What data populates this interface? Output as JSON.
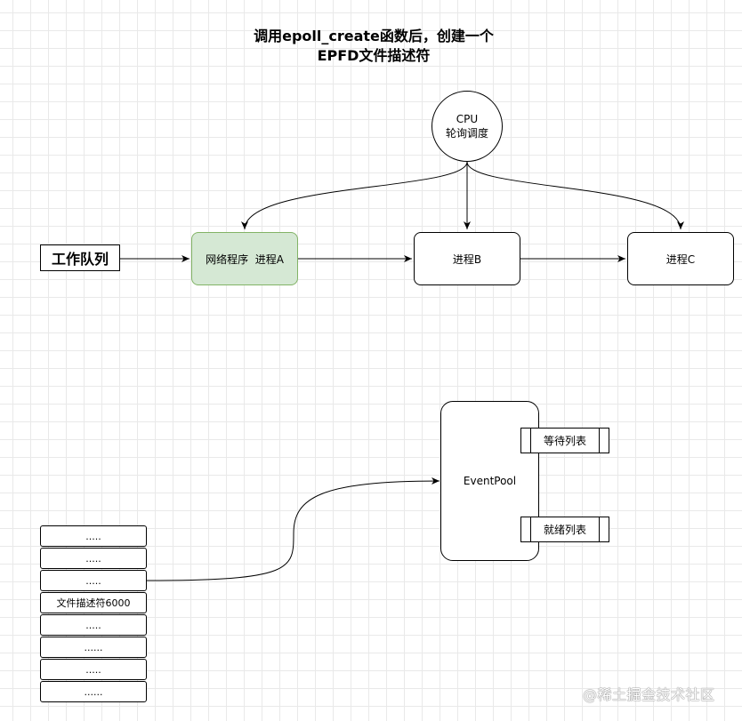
{
  "title": {
    "line1": "调用epoll_create函数后，创建一个",
    "line2": "EPFD文件描述符"
  },
  "cpu": {
    "line1": "CPU",
    "line2": "轮询调度"
  },
  "work_queue": {
    "label": "工作队列"
  },
  "processes": [
    {
      "label": "网络程序  进程A",
      "highlight": true
    },
    {
      "label": "进程B",
      "highlight": false
    },
    {
      "label": "进程C",
      "highlight": false
    }
  ],
  "event_pool": {
    "label": "EventPool",
    "wait_list": "等待列表",
    "ready_list": "就绪列表"
  },
  "fd_table": [
    ".....",
    ".....",
    ".....",
    "文件描述符6000",
    ".....",
    "......",
    ".....",
    "......"
  ],
  "watermark": "@稀土掘金技术社区",
  "colors": {
    "highlight_fill": "#d5e8d4",
    "highlight_stroke": "#82b366",
    "line": "#000000",
    "grid": "#e9e9e9"
  }
}
